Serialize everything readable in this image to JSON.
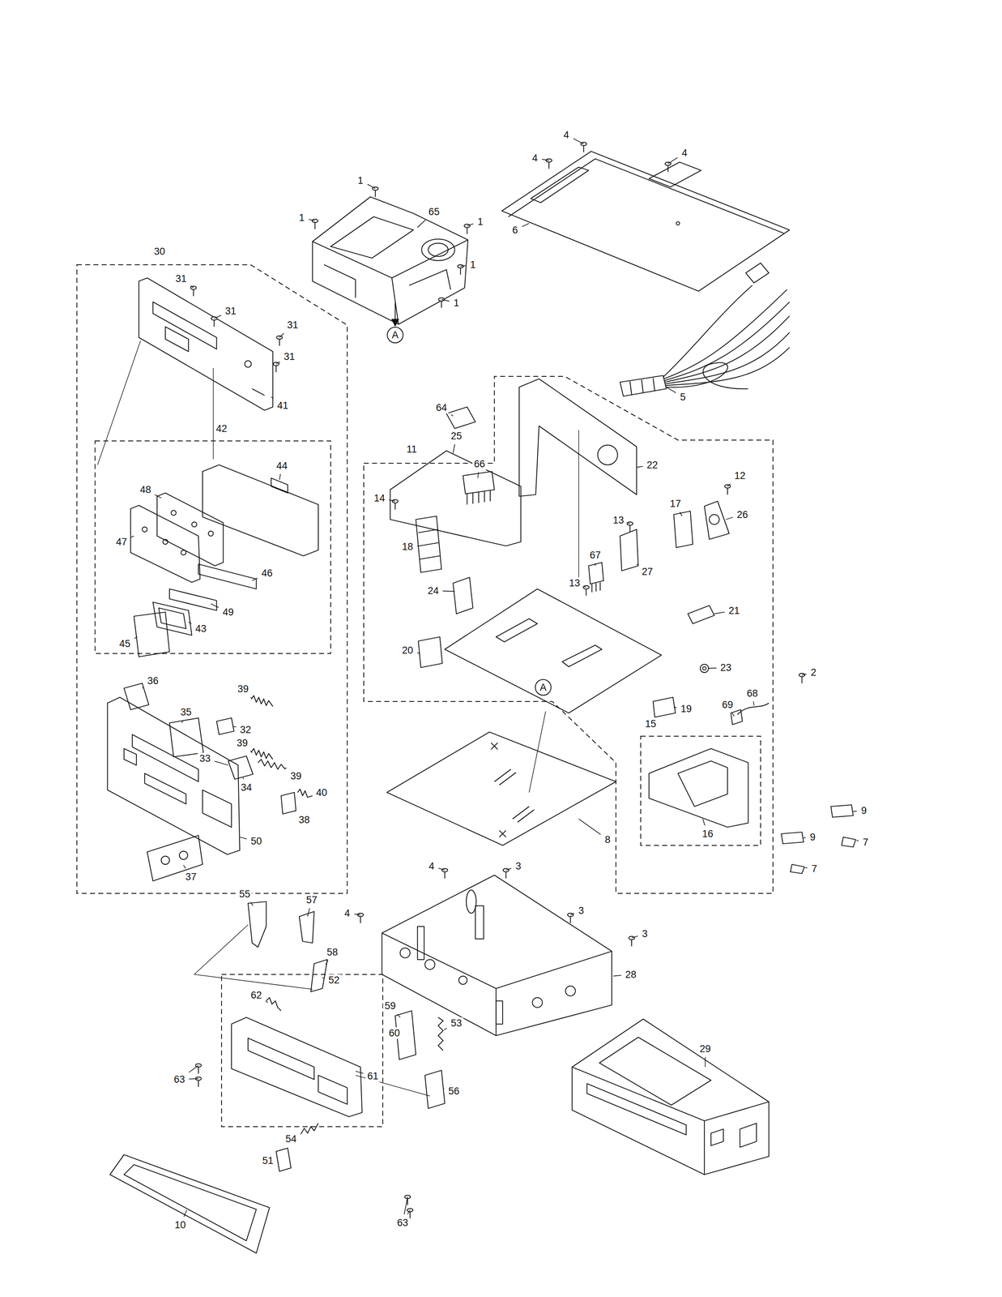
{
  "diagram": {
    "nodes": [
      {
        "text": [
          "30"
        ]
      },
      {
        "text": [
          "42"
        ],
        "in": 0
      },
      {
        "text": [
          "A"
        ]
      },
      {
        "text": [
          "11"
        ]
      },
      {
        "text": [
          "A"
        ],
        "in": 3
      },
      {
        "text": [
          "15"
        ],
        "in": 3
      },
      {
        "text": [
          "60"
        ]
      }
    ],
    "labels": [
      "4",
      "4",
      "4",
      "1",
      "1",
      "1",
      "65",
      "6",
      "1",
      "1",
      "31",
      "31",
      "31",
      "31",
      "5",
      "41",
      "64",
      "44",
      "48",
      "47",
      "46",
      "49",
      "43",
      "45",
      "25",
      "14",
      "66",
      "22",
      "12",
      "13",
      "17",
      "26",
      "18",
      "67",
      "13",
      "27",
      "24",
      "21",
      "20",
      "23",
      "2",
      "19",
      "68",
      "69",
      "36",
      "35",
      "39",
      "32",
      "39",
      "33",
      "39",
      "34",
      "40",
      "38",
      "9",
      "9",
      "7",
      "7",
      "8",
      "16",
      "50",
      "37",
      "4",
      "3",
      "55",
      "57",
      "3",
      "4",
      "3",
      "58",
      "28",
      "52",
      "62",
      "59",
      "53",
      "29",
      "63",
      "56",
      "61",
      "54",
      "51",
      "10",
      "63"
    ]
  }
}
